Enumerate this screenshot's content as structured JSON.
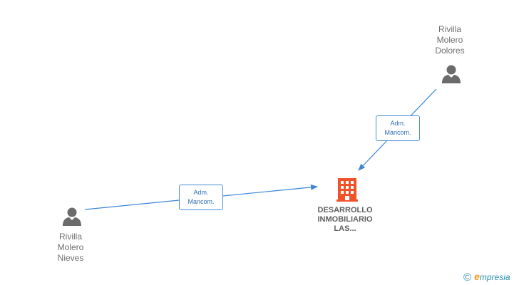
{
  "nodes": {
    "person_top": {
      "lines": [
        "Rivilla",
        "Molero",
        "Dolores"
      ],
      "icon": "person-icon"
    },
    "person_left": {
      "lines": [
        "Rivilla",
        "Molero",
        "Nieves"
      ],
      "icon": "person-icon"
    },
    "company": {
      "lines": [
        "DESARROLLO",
        "INMOBILIARIO",
        "LAS..."
      ],
      "icon": "building-icon"
    }
  },
  "edges": {
    "top_to_company": {
      "line1": "Adm.",
      "line2": "Mancom."
    },
    "left_to_company": {
      "line1": "Adm.",
      "line2": "Mancom."
    }
  },
  "watermark": {
    "symbol": "©",
    "brand_initial": "e",
    "brand_rest": "mpresia"
  },
  "colors": {
    "edge": "#3d85d6",
    "person_icon": "#6b6b6b",
    "company_icon": "#f0532a",
    "label_text": "#6f6f6f"
  }
}
